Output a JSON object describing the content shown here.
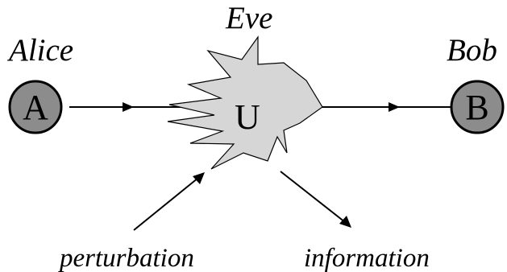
{
  "labels": {
    "alice": "Alice",
    "bob": "Bob",
    "eve": "Eve",
    "perturbation": "perturbation",
    "information": "information"
  },
  "nodes": {
    "a": "A",
    "b": "B",
    "u": "U"
  },
  "colors": {
    "node_fill": "#8c8c8c",
    "eve_fill": "#d6d6d6",
    "stroke": "#000000"
  }
}
